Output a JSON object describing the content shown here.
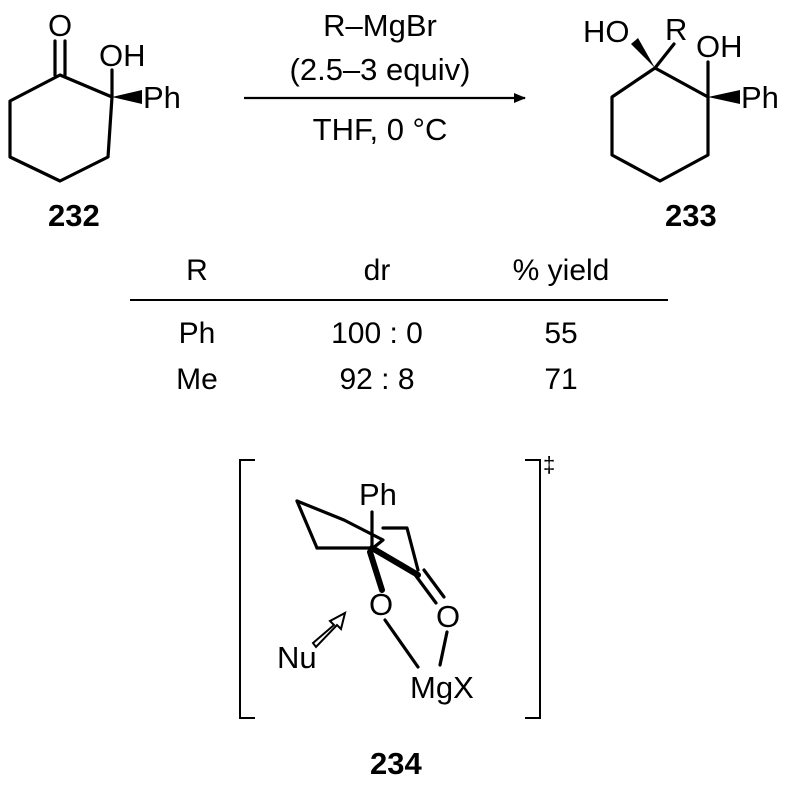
{
  "reaction": {
    "reagent": "R–MgBr",
    "equiv": "(2.5–3 equiv)",
    "conditions": "THF, 0 °C"
  },
  "starting_material": {
    "label": "232",
    "carbonyl_o": "O",
    "hydroxyl": "OH",
    "aryl": "Ph"
  },
  "product": {
    "label": "233",
    "hydroxyl_1": "HO",
    "r_group": "R",
    "hydroxyl_2": "OH",
    "aryl": "Ph"
  },
  "table": {
    "headers": [
      "R",
      "dr",
      "% yield"
    ],
    "rows": [
      {
        "r": "Ph",
        "dr": "100 : 0",
        "yield": "55"
      },
      {
        "r": "Me",
        "dr": "92 : 8",
        "yield": "71"
      }
    ]
  },
  "transition_state": {
    "label": "234",
    "dagger": "‡",
    "aryl": "Ph",
    "oxygen_1": "O",
    "oxygen_2": "O",
    "metal": "MgX",
    "nucleophile": "Nu"
  }
}
